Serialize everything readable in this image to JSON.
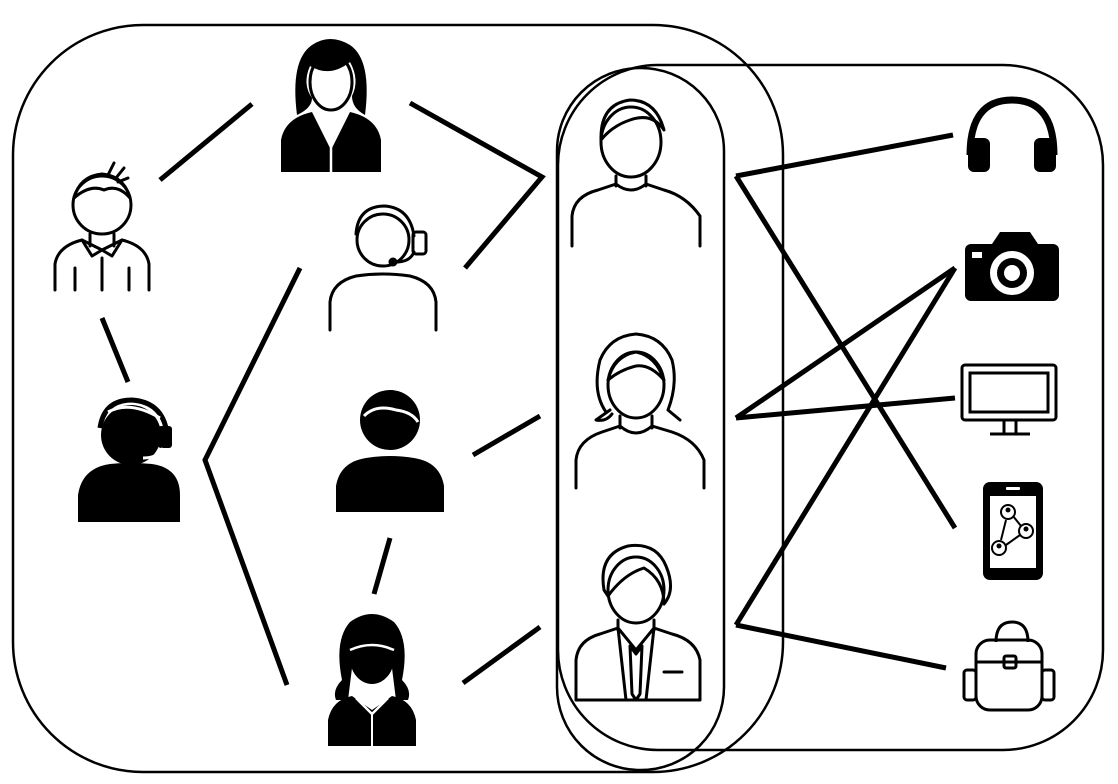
{
  "colors": {
    "stroke": "#000000",
    "fill": "#000000",
    "background": "#ffffff"
  },
  "groups": [
    {
      "id": "social-network-boundary"
    },
    {
      "id": "focal-users-boundary"
    },
    {
      "id": "focal-users-pill"
    }
  ],
  "nodes": {
    "people": [
      {
        "id": "p-boy",
        "icon": "boy-outline-icon"
      },
      {
        "id": "p-businesswoman",
        "icon": "businesswoman-filled-icon"
      },
      {
        "id": "p-agent-outline",
        "icon": "headset-agent-outline-icon"
      },
      {
        "id": "p-agent-filled",
        "icon": "headset-agent-filled-icon"
      },
      {
        "id": "p-man-filled",
        "icon": "man-filled-icon"
      },
      {
        "id": "p-woman-braids",
        "icon": "woman-braids-filled-icon"
      }
    ],
    "users": [
      {
        "id": "u-man",
        "icon": "man-outline-icon"
      },
      {
        "id": "u-woman",
        "icon": "woman-outline-icon"
      },
      {
        "id": "u-businessman",
        "icon": "businessman-outline-icon"
      }
    ],
    "items": [
      {
        "id": "i-headphones",
        "icon": "headphones-icon"
      },
      {
        "id": "i-camera",
        "icon": "camera-icon"
      },
      {
        "id": "i-monitor",
        "icon": "monitor-icon"
      },
      {
        "id": "i-phone",
        "icon": "smartphone-network-icon"
      },
      {
        "id": "i-backpack",
        "icon": "backpack-icon"
      }
    ]
  },
  "edges": {
    "social": [
      [
        "p-boy",
        "p-businesswoman"
      ],
      [
        "p-boy",
        "p-agent-filled"
      ],
      [
        "p-businesswoman",
        "u-man"
      ],
      [
        "p-agent-outline",
        "u-man"
      ],
      [
        "p-agent-outline",
        "p-woman-braids"
      ],
      [
        "p-man-filled",
        "u-woman"
      ],
      [
        "p-man-filled",
        "p-woman-braids"
      ],
      [
        "p-woman-braids",
        "u-businessman"
      ]
    ],
    "interactions": [
      [
        "u-man",
        "i-headphones"
      ],
      [
        "u-man",
        "i-phone"
      ],
      [
        "u-woman",
        "i-camera"
      ],
      [
        "u-woman",
        "i-monitor"
      ],
      [
        "u-businessman",
        "i-camera"
      ],
      [
        "u-businessman",
        "i-backpack"
      ]
    ]
  }
}
